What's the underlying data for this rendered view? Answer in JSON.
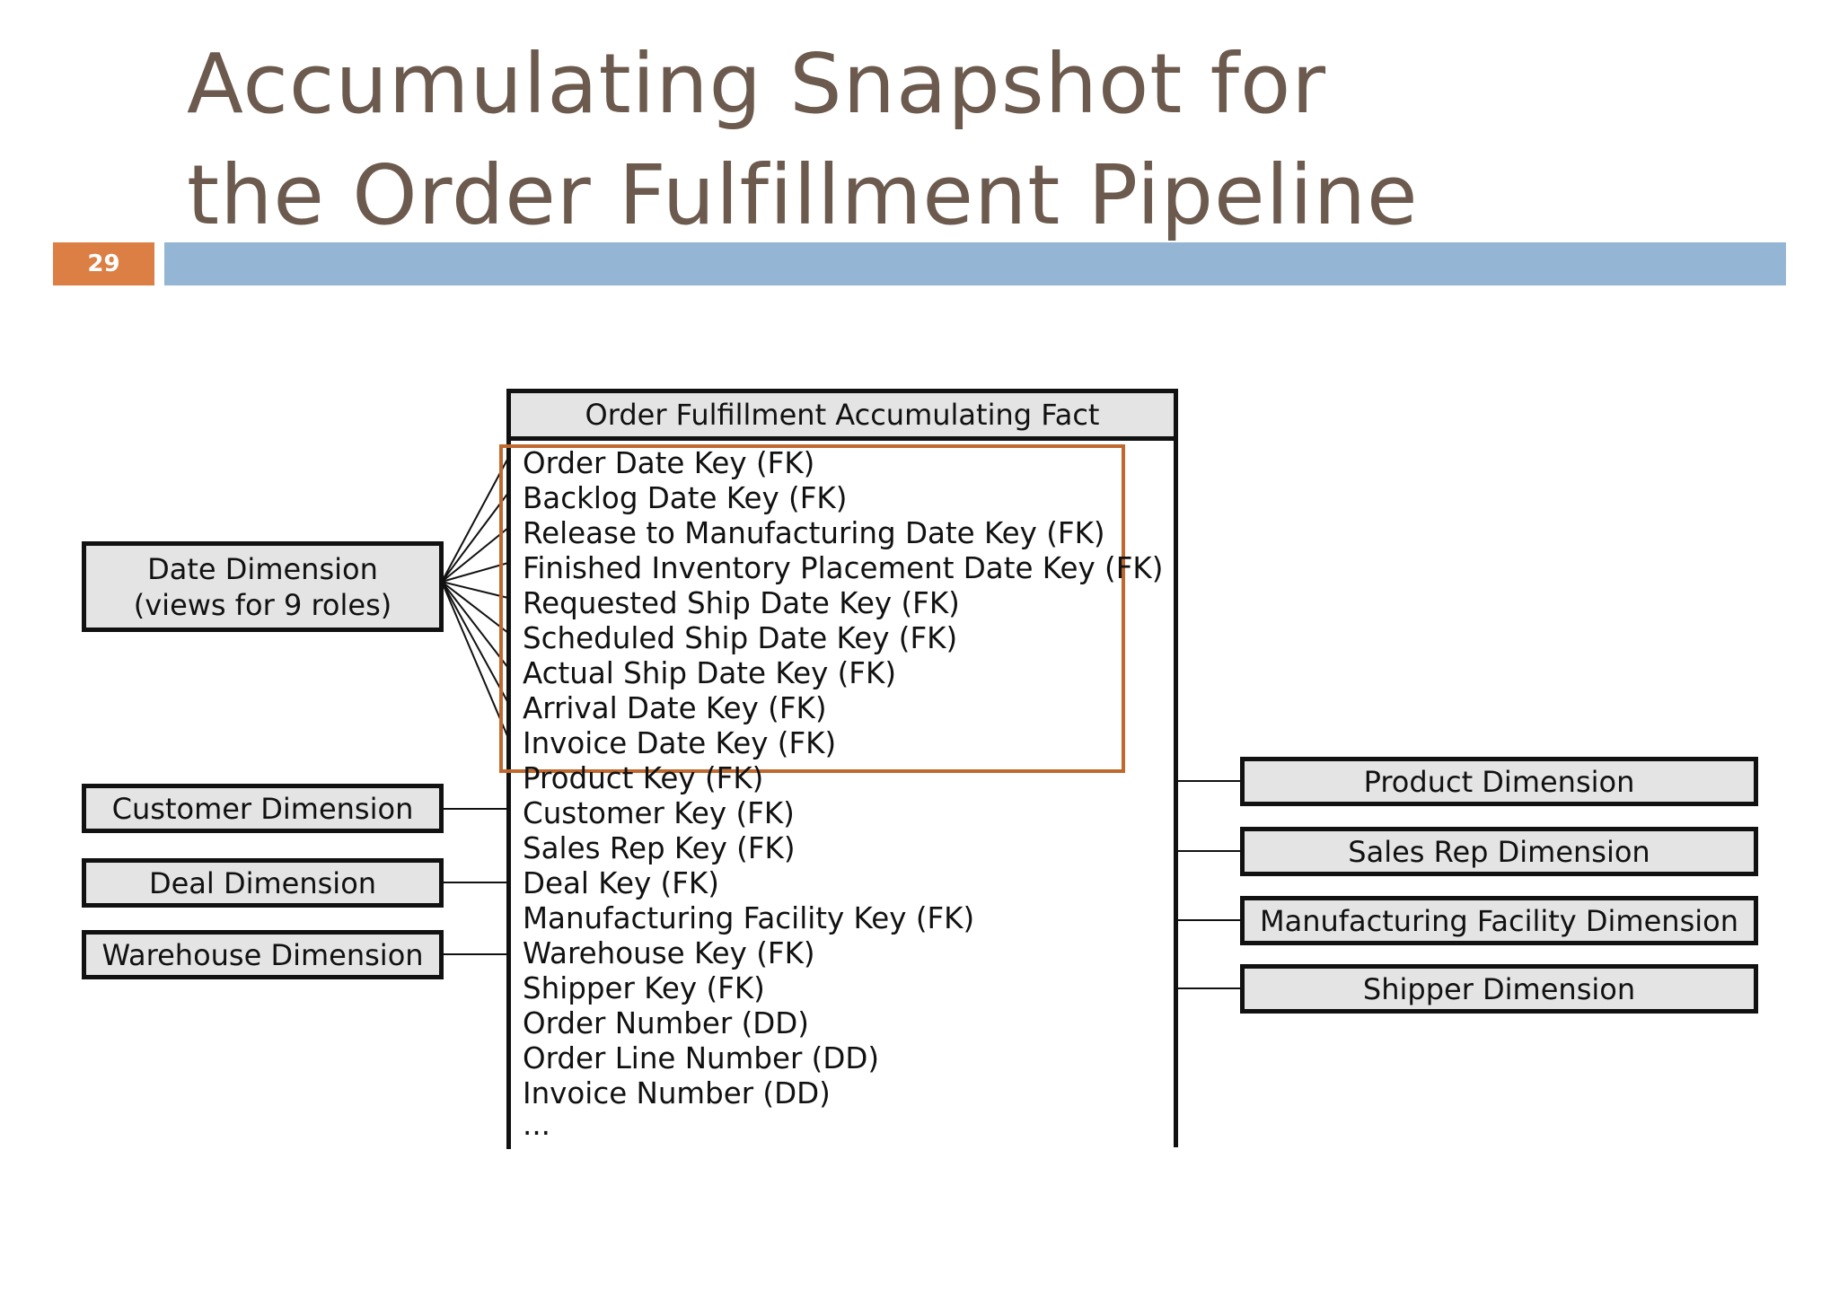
{
  "slide": {
    "title_line_1": "Accumulating Snapshot for",
    "title_line_2": "the Order Fulfillment Pipeline",
    "number": "29"
  },
  "fact_table": {
    "name": "Order Fulfillment Accumulating Fact",
    "fields": [
      "Order Date Key (FK)",
      "Backlog Date Key (FK)",
      "Release to Manufacturing Date Key (FK)",
      "Finished Inventory Placement Date Key (FK)",
      "Requested Ship Date Key (FK)",
      "Scheduled Ship Date Key (FK)",
      "Actual Ship Date Key (FK)",
      "Arrival Date Key (FK)",
      "Invoice Date Key (FK)",
      "Product Key (FK)",
      "Customer Key (FK)",
      "Sales Rep Key (FK)",
      "Deal Key (FK)",
      "Manufacturing Facility Key (FK)",
      "Warehouse Key (FK)",
      "Shipper Key (FK)",
      "Order Number (DD)",
      "Order Line Number (DD)",
      "Invoice Number (DD)",
      "..."
    ]
  },
  "dimensions": {
    "date": {
      "line_1": "Date Dimension",
      "line_2": "(views for 9 roles)"
    },
    "customer": "Customer Dimension",
    "deal": "Deal Dimension",
    "warehouse": "Warehouse Dimension",
    "product": "Product Dimension",
    "sales_rep": "Sales Rep Dimension",
    "manufacturing_facility": "Manufacturing Facility Dimension",
    "shipper": "Shipper Dimension"
  },
  "colors": {
    "title": "#6b5a4d",
    "slide_number_bg": "#dc7f45",
    "title_bar": "#94b5d4",
    "highlight_border": "#c0692f",
    "box_fill": "#e4e4e4"
  }
}
